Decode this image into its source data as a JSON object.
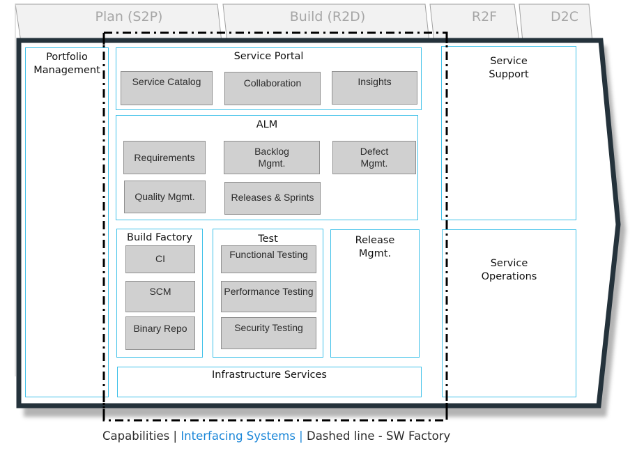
{
  "phases": [
    {
      "id": "plan",
      "label": "Plan (S2P)"
    },
    {
      "id": "build",
      "label": "Build (R2D)"
    },
    {
      "id": "r2f",
      "label": "R2F"
    },
    {
      "id": "d2c",
      "label": "D2C"
    }
  ],
  "colors": {
    "frame": "#24323b",
    "interfacing_border": "#3fc1e9",
    "capability_fill": "#d0d0d0",
    "capability_border": "#8f8f8f",
    "phase_tab_fill": "#f2f2f2",
    "phase_label": "#a6a6a6",
    "legend_blue": "#1a86d8"
  },
  "portfolio": {
    "title_line1": "Portfolio",
    "title_line2": "Management"
  },
  "service_portal": {
    "title": "Service Portal",
    "items": [
      "Service Catalog",
      "Collaboration",
      "Insights"
    ]
  },
  "alm": {
    "title": "ALM",
    "items": [
      {
        "line1": "Requirements",
        "line2": ""
      },
      {
        "line1": "Backlog",
        "line2": "Mgmt."
      },
      {
        "line1": "Defect",
        "line2": "Mgmt."
      },
      {
        "line1": "Quality Mgmt.",
        "line2": ""
      },
      {
        "line1": "Releases & Sprints",
        "line2": ""
      }
    ]
  },
  "build_factory": {
    "title": "Build Factory",
    "items": [
      "CI",
      "SCM",
      "Binary Repo"
    ]
  },
  "test": {
    "title": "Test",
    "items": [
      "Functional Testing",
      "Performance Testing",
      "Security Testing"
    ]
  },
  "release_mgmt": {
    "title_line1": "Release",
    "title_line2": "Mgmt."
  },
  "infrastructure": {
    "title": "Infrastructure Services"
  },
  "service_support": {
    "title_line1": "Service",
    "title_line2": "Support"
  },
  "service_operations": {
    "title_line1": "Service",
    "title_line2": "Operations"
  },
  "legend": {
    "capabilities": "Capabilities",
    "sep1": " | ",
    "interfacing": "Interfacing Systems",
    "sep2": " | ",
    "dashed": "Dashed line - SW Factory"
  }
}
